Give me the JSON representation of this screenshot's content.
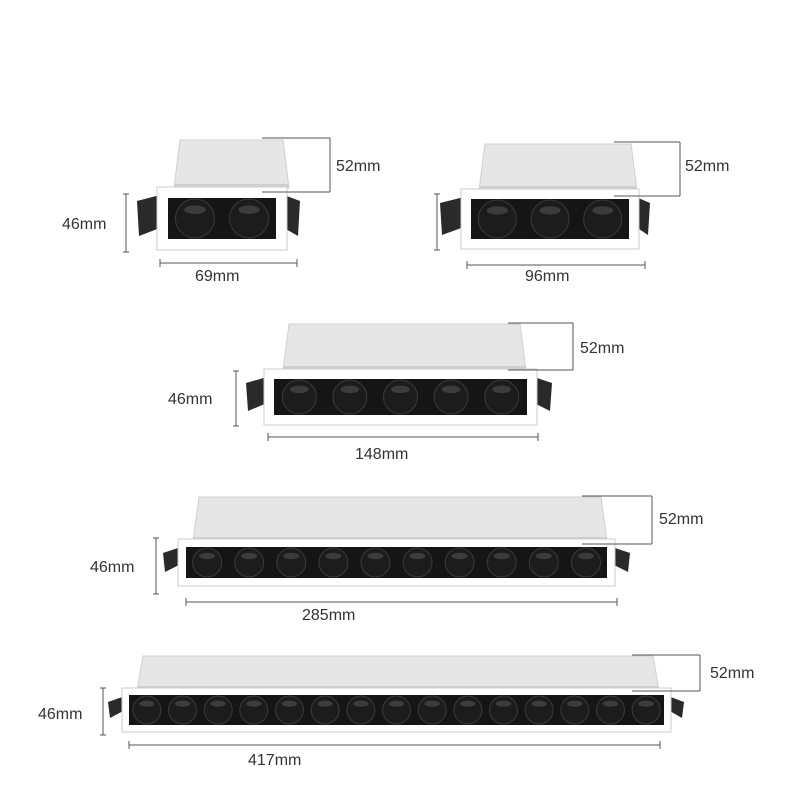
{
  "colors": {
    "housing_top": "#e6e6e6",
    "housing_face": "#ffffff",
    "reflector_black": "#151515",
    "line": "#555555",
    "text": "#333333"
  },
  "products": [
    {
      "depth": "52mm",
      "height": "46mm",
      "length": "69mm",
      "heads": 2
    },
    {
      "depth": "52mm",
      "height": "",
      "length": "96mm",
      "heads": 3
    },
    {
      "depth": "52mm",
      "height": "46mm",
      "length": "148mm",
      "heads": 5
    },
    {
      "depth": "52mm",
      "height": "46mm",
      "length": "285mm",
      "heads": 10
    },
    {
      "depth": "52mm",
      "height": "46mm",
      "length": "417mm",
      "heads": 15
    }
  ]
}
